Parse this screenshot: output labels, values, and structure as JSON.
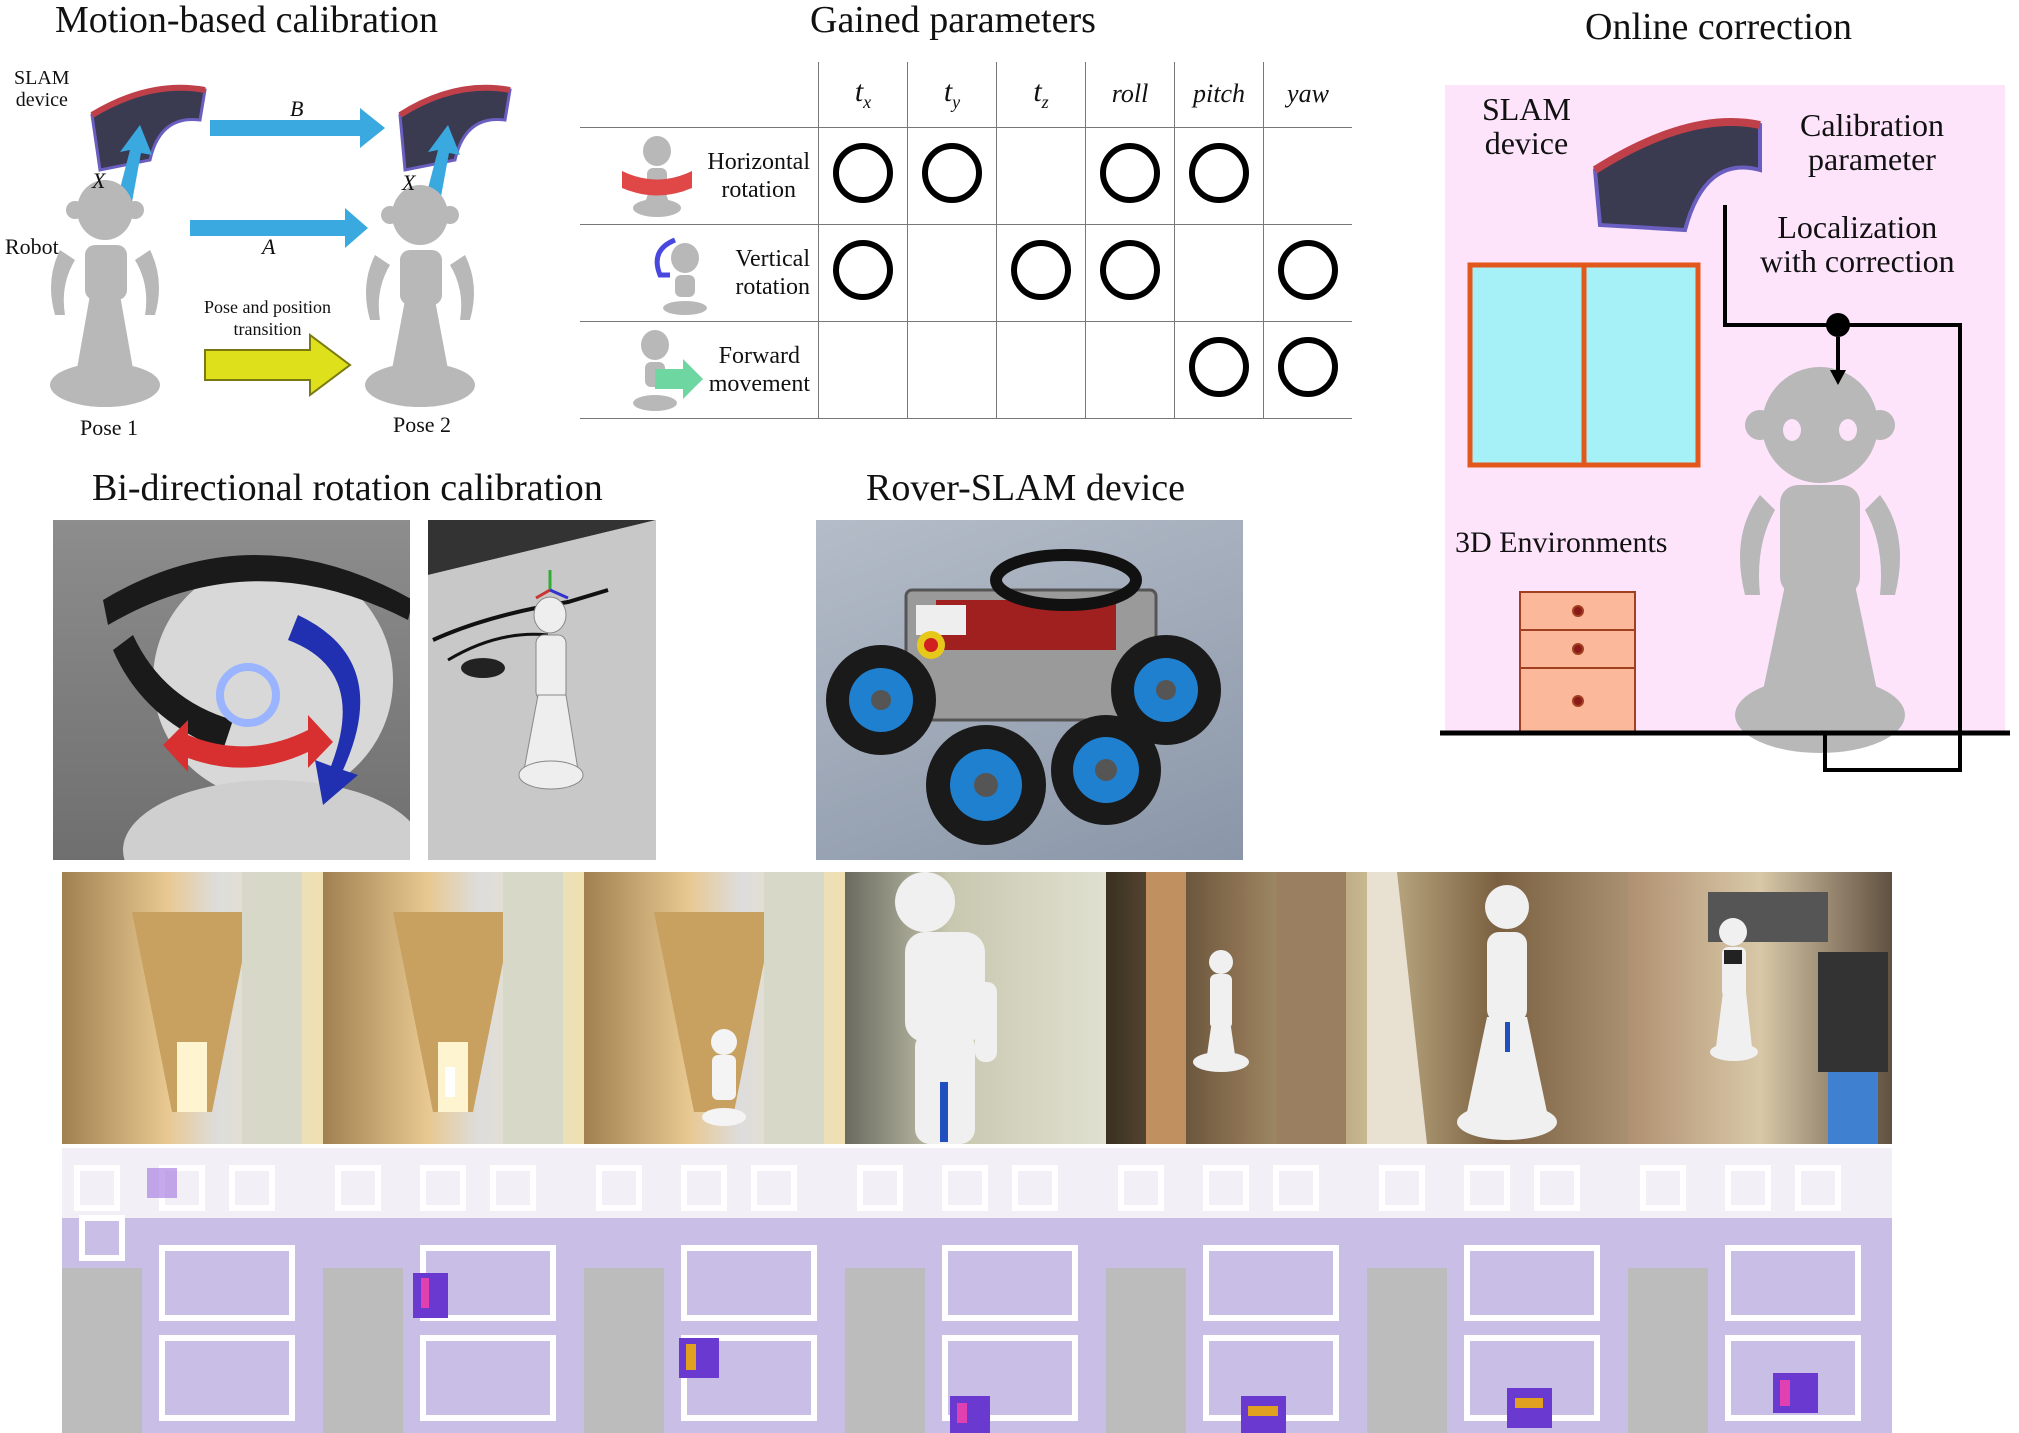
{
  "motion_calibration": {
    "title": "Motion-based calibration",
    "slam_device_label": "SLAM\ndevice",
    "robot_label": "Robot",
    "arrow_b": "B",
    "arrow_a": "A",
    "arrow_x_left": "X",
    "arrow_x_right": "X",
    "transition_label": "Pose and position\ntransition",
    "pose1": "Pose 1",
    "pose2": "Pose 2"
  },
  "gained_parameters": {
    "title": "Gained parameters",
    "columns": [
      "t",
      "t",
      "t",
      "roll",
      "pitch",
      "yaw"
    ],
    "column_subscripts": [
      "x",
      "y",
      "z",
      "",
      "",
      ""
    ],
    "rows": [
      {
        "label": "Horizontal\nrotation",
        "marks": [
          true,
          true,
          false,
          true,
          true,
          false
        ]
      },
      {
        "label": "Vertical\nrotation",
        "marks": [
          true,
          false,
          true,
          true,
          false,
          true
        ]
      },
      {
        "label": "Forward\nmovement",
        "marks": [
          false,
          false,
          false,
          false,
          true,
          true
        ]
      }
    ]
  },
  "online_correction": {
    "title": "Online correction",
    "slam_device_label": "SLAM\ndevice",
    "calibration_label": "Calibration\nparameter",
    "localization_label": "Localization\nwith correction",
    "environments_label": "3D Environments",
    "colors": {
      "background": "#fde4fa",
      "window": "#a6f0f8",
      "window_frame": "#e2571b",
      "drawer": "#fbb89a"
    }
  },
  "bidirectional": {
    "title": "Bi-directional rotation calibration"
  },
  "rover": {
    "title": "Rover-SLAM device"
  }
}
